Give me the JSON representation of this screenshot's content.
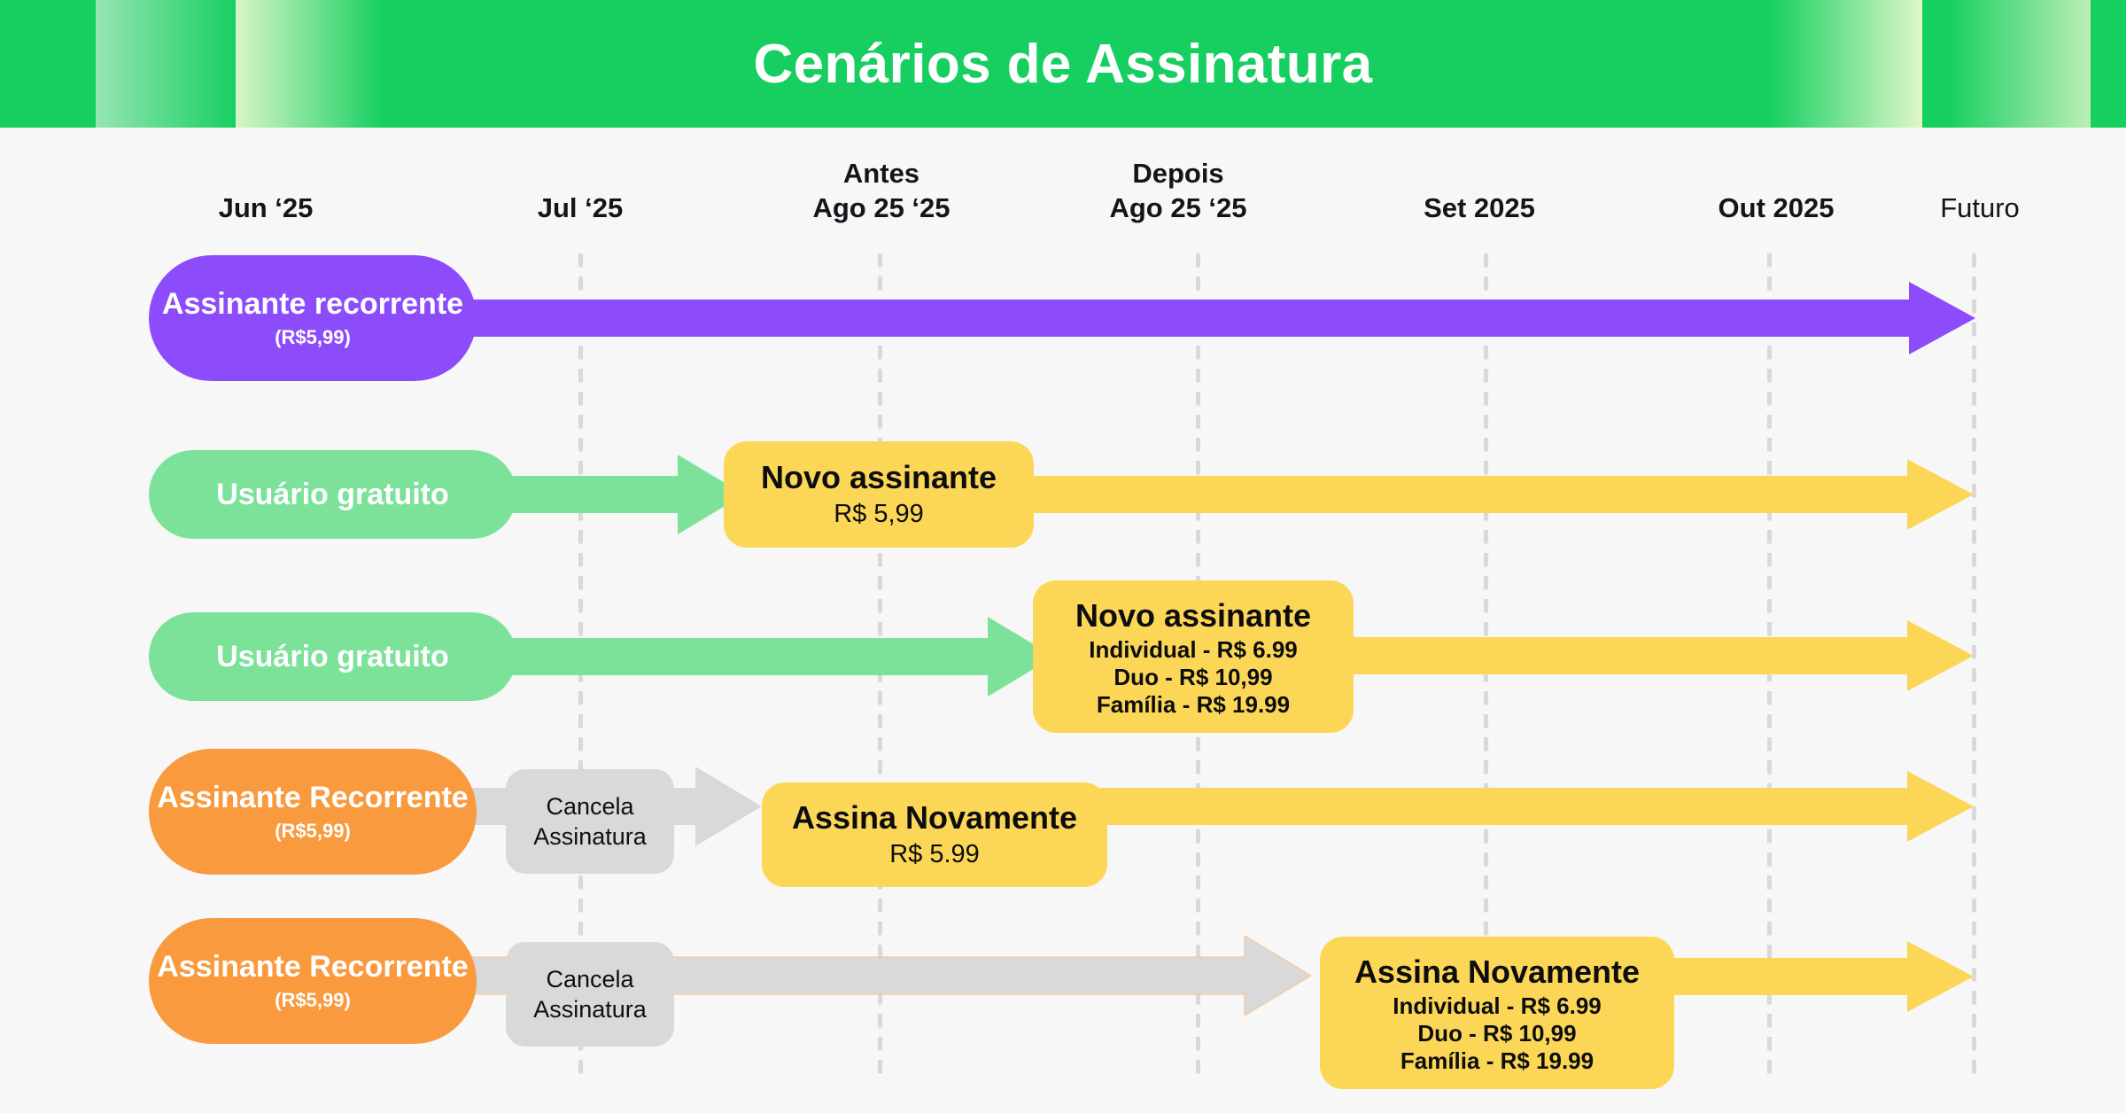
{
  "header": {
    "title": "Cenários de Assinatura",
    "bg_color": "#17cf61",
    "text_color": "#ffffff"
  },
  "colors": {
    "background": "#f7f7f7",
    "purple": "#8c4cfc",
    "green": "#7ce29a",
    "yellow": "#fcd757",
    "orange": "#f99a3e",
    "grey": "#d9d9d9",
    "gridline": "#d9d9d9"
  },
  "timeline": {
    "columns": [
      {
        "label": "Jun ‘25",
        "weight": "bold"
      },
      {
        "label": "Jul ‘25",
        "weight": "bold"
      },
      {
        "label": "Antes\nAgo 25 ‘25",
        "weight": "bold"
      },
      {
        "label": "Depois\nAgo 25 ‘25",
        "weight": "bold"
      },
      {
        "label": "Set 2025",
        "weight": "bold"
      },
      {
        "label": "Out 2025",
        "weight": "bold"
      },
      {
        "label": "Futuro",
        "weight": "light"
      }
    ]
  },
  "rows": [
    {
      "id": "row-recurring-subscriber",
      "start_node": {
        "label": "Assinante\nrecorrente",
        "price": "(R$5,99)",
        "color": "#8c4cfc"
      },
      "arrow_color": "#8c4cfc",
      "boxes": []
    },
    {
      "id": "row-free-user-before",
      "start_node": {
        "label": "Usuário gratuito",
        "price": "",
        "color": "#7ce29a"
      },
      "arrow_color": "#7ce29a",
      "boxes": [
        {
          "name": "new-subscriber-box",
          "title": "Novo assinante",
          "lines": [
            "R$ 5,99"
          ],
          "color": "#fcd757"
        }
      ],
      "continuation_arrow_color": "#fcd757"
    },
    {
      "id": "row-free-user-after",
      "start_node": {
        "label": "Usuário gratuito",
        "price": "",
        "color": "#7ce29a"
      },
      "arrow_color": "#7ce29a",
      "boxes": [
        {
          "name": "new-subscriber-tiers-box",
          "title": "Novo assinante",
          "lines": [
            "Individual - R$ 6.99",
            "Duo - R$ 10,99",
            "Família - R$ 19.99"
          ],
          "color": "#fcd757"
        }
      ],
      "continuation_arrow_color": "#fcd757"
    },
    {
      "id": "row-cancel-resub-before",
      "start_node": {
        "label": "Assinante\nRecorrente",
        "price": "(R$5,99)",
        "color": "#f99a3e"
      },
      "cancel_node": {
        "label": "Cancela\nAssinatura",
        "color": "#d9d9d9"
      },
      "arrow_color": "#d9d9d9",
      "boxes": [
        {
          "name": "resubscribe-box",
          "title": "Assina Novamente",
          "lines": [
            "R$ 5.99"
          ],
          "color": "#fcd757"
        }
      ],
      "continuation_arrow_color": "#fcd757"
    },
    {
      "id": "row-cancel-resub-after",
      "start_node": {
        "label": "Assinante\nRecorrente",
        "price": "(R$5,99)",
        "color": "#f99a3e"
      },
      "cancel_node": {
        "label": "Cancela\nAssinatura",
        "color": "#d9d9d9"
      },
      "arrow_color": "#d9d9d9",
      "boxes": [
        {
          "name": "resubscribe-tiers-box",
          "title": "Assina Novamente",
          "lines": [
            "Individual - R$ 6.99",
            "Duo - R$ 10,99",
            "Família - R$ 19.99"
          ],
          "color": "#fcd757"
        }
      ],
      "continuation_arrow_color": "#fcd757"
    }
  ]
}
